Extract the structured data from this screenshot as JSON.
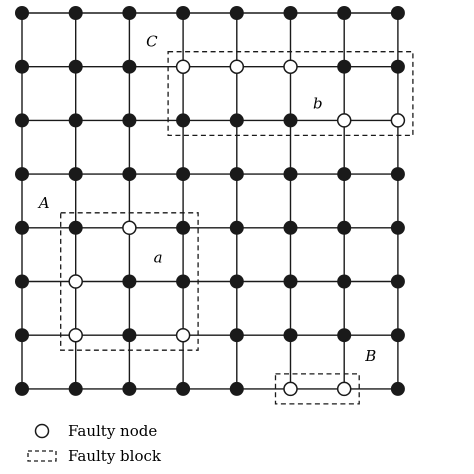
{
  "grid": {
    "rows": 8,
    "cols": 8,
    "faulty_nodes": [
      {
        "row": 1,
        "col": 3
      },
      {
        "row": 1,
        "col": 4
      },
      {
        "row": 1,
        "col": 5
      },
      {
        "row": 2,
        "col": 6
      },
      {
        "row": 2,
        "col": 7
      },
      {
        "row": 4,
        "col": 2
      },
      {
        "row": 5,
        "col": 1
      },
      {
        "row": 6,
        "col": 1
      },
      {
        "row": 6,
        "col": 3
      },
      {
        "row": 7,
        "col": 5
      },
      {
        "row": 7,
        "col": 6
      }
    ]
  },
  "faulty_blocks": [
    {
      "id": "A",
      "label": "A",
      "inner_label": "a",
      "rows": [
        4,
        6
      ],
      "cols": [
        1,
        3
      ]
    },
    {
      "id": "C",
      "label": "C",
      "inner_label": "b",
      "rows": [
        1,
        2
      ],
      "cols": [
        3,
        7
      ]
    },
    {
      "id": "B",
      "label": "B",
      "inner_label": "",
      "rows": [
        7,
        7
      ],
      "cols": [
        5,
        6
      ]
    }
  ],
  "legend": {
    "faulty_node": "Faulty node",
    "faulty_block": "Faulty block"
  },
  "colors": {
    "node_fill": "#1a1a1a",
    "faulty_node_fill": "#ffffff",
    "line": "#1a1a1a"
  }
}
